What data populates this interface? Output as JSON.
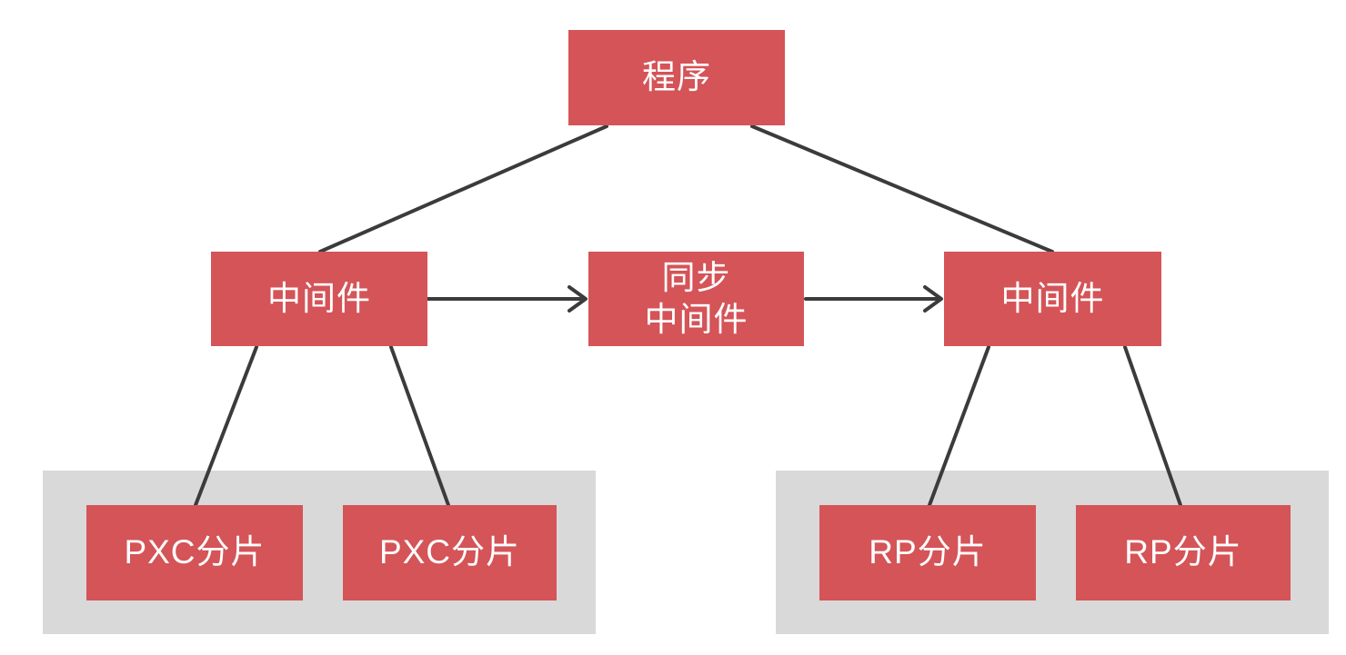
{
  "diagram": {
    "colors": {
      "node_fill": "#D45458",
      "node_text": "#FFFFFF",
      "group_fill": "#D9D9D9",
      "connector": "#3B3B3B",
      "background": "#FFFFFF"
    },
    "nodes": {
      "program": {
        "label": "程序"
      },
      "middleware_left": {
        "label": "中间件"
      },
      "sync_middleware": {
        "label": "同步\n中间件"
      },
      "middleware_right": {
        "label": "中间件"
      },
      "pxc_shard_1": {
        "label": "PXC分片"
      },
      "pxc_shard_2": {
        "label": "PXC分片"
      },
      "rp_shard_1": {
        "label": "RP分片"
      },
      "rp_shard_2": {
        "label": "RP分片"
      }
    },
    "connectors": [
      {
        "from": "program",
        "to": "middleware_left",
        "arrow": false
      },
      {
        "from": "program",
        "to": "middleware_right",
        "arrow": false
      },
      {
        "from": "middleware_left",
        "to": "sync_middleware",
        "arrow": true
      },
      {
        "from": "sync_middleware",
        "to": "middleware_right",
        "arrow": true
      },
      {
        "from": "middleware_left",
        "to": "pxc_shard_1",
        "arrow": false
      },
      {
        "from": "middleware_left",
        "to": "pxc_shard_2",
        "arrow": false
      },
      {
        "from": "middleware_right",
        "to": "rp_shard_1",
        "arrow": false
      },
      {
        "from": "middleware_right",
        "to": "rp_shard_2",
        "arrow": false
      }
    ]
  }
}
